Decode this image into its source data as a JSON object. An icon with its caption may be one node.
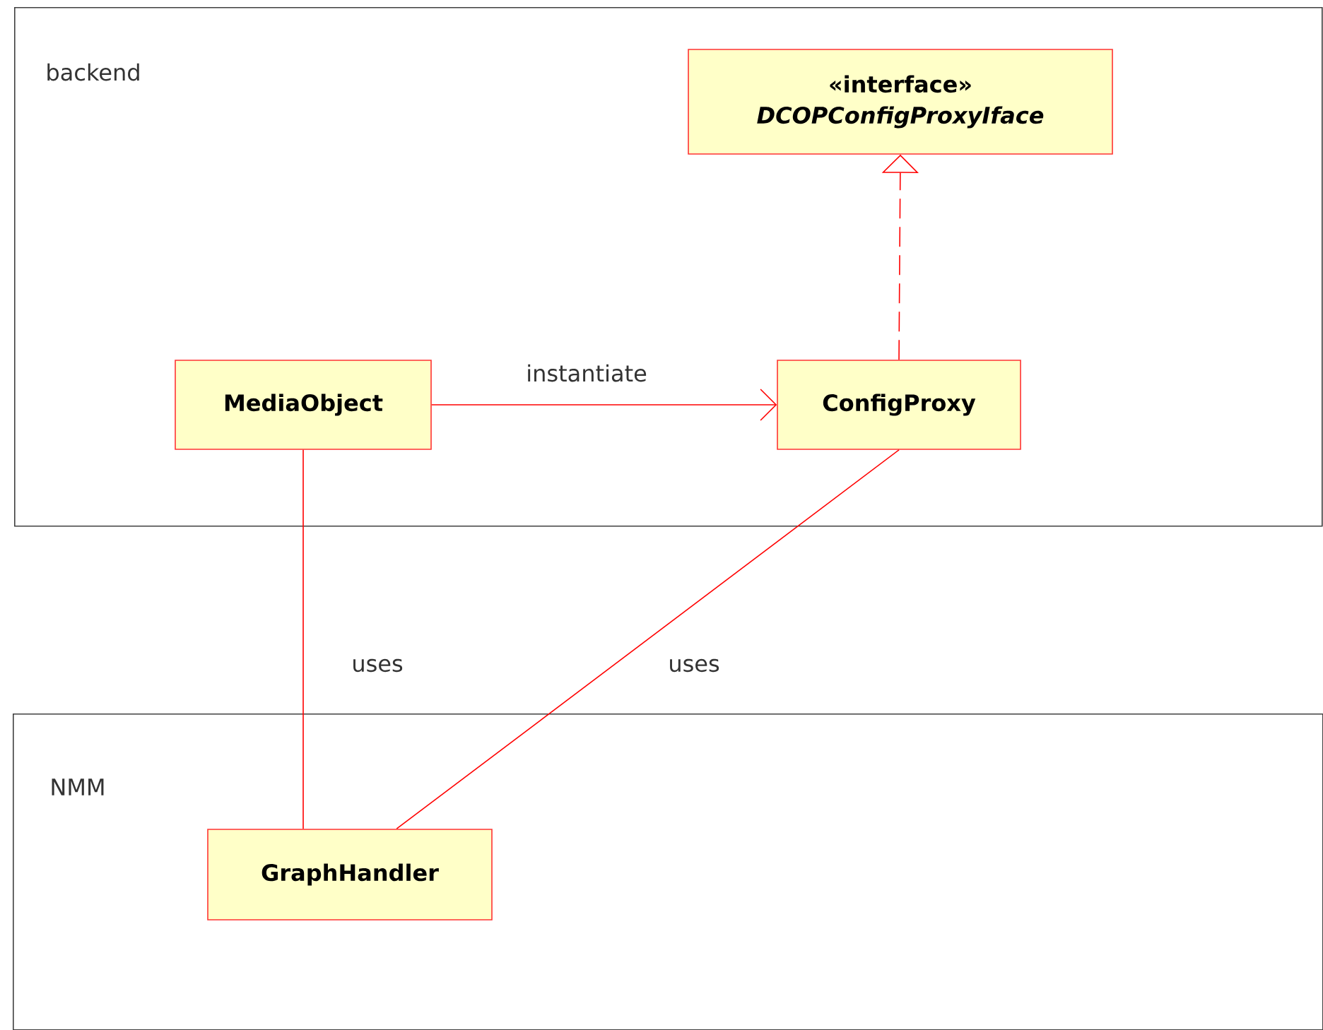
{
  "diagram": {
    "nodes": [
      {
        "text": [
          "backend"
        ]
      },
      {
        "text": [
          "«interface»",
          "DCOPConfigProxyIface"
        ],
        "in": 0
      },
      {
        "text": [
          "MediaObject"
        ],
        "in": 0
      },
      {
        "text": [
          "ConfigProxy"
        ],
        "in": 0
      },
      {
        "text": [
          "NMM"
        ]
      },
      {
        "text": [
          "GraphHandler"
        ],
        "in": 4
      }
    ],
    "edges": [
      {
        "from": 3,
        "to": 1,
        "arrow": "to",
        "style": "dashed"
      },
      {
        "from": 2,
        "to": 3,
        "arrow": "to",
        "label": "instantiate"
      },
      {
        "from": 2,
        "to": 5,
        "arrow": "none",
        "label": "uses"
      },
      {
        "from": 3,
        "to": 5,
        "arrow": "none",
        "label": "uses"
      }
    ]
  }
}
